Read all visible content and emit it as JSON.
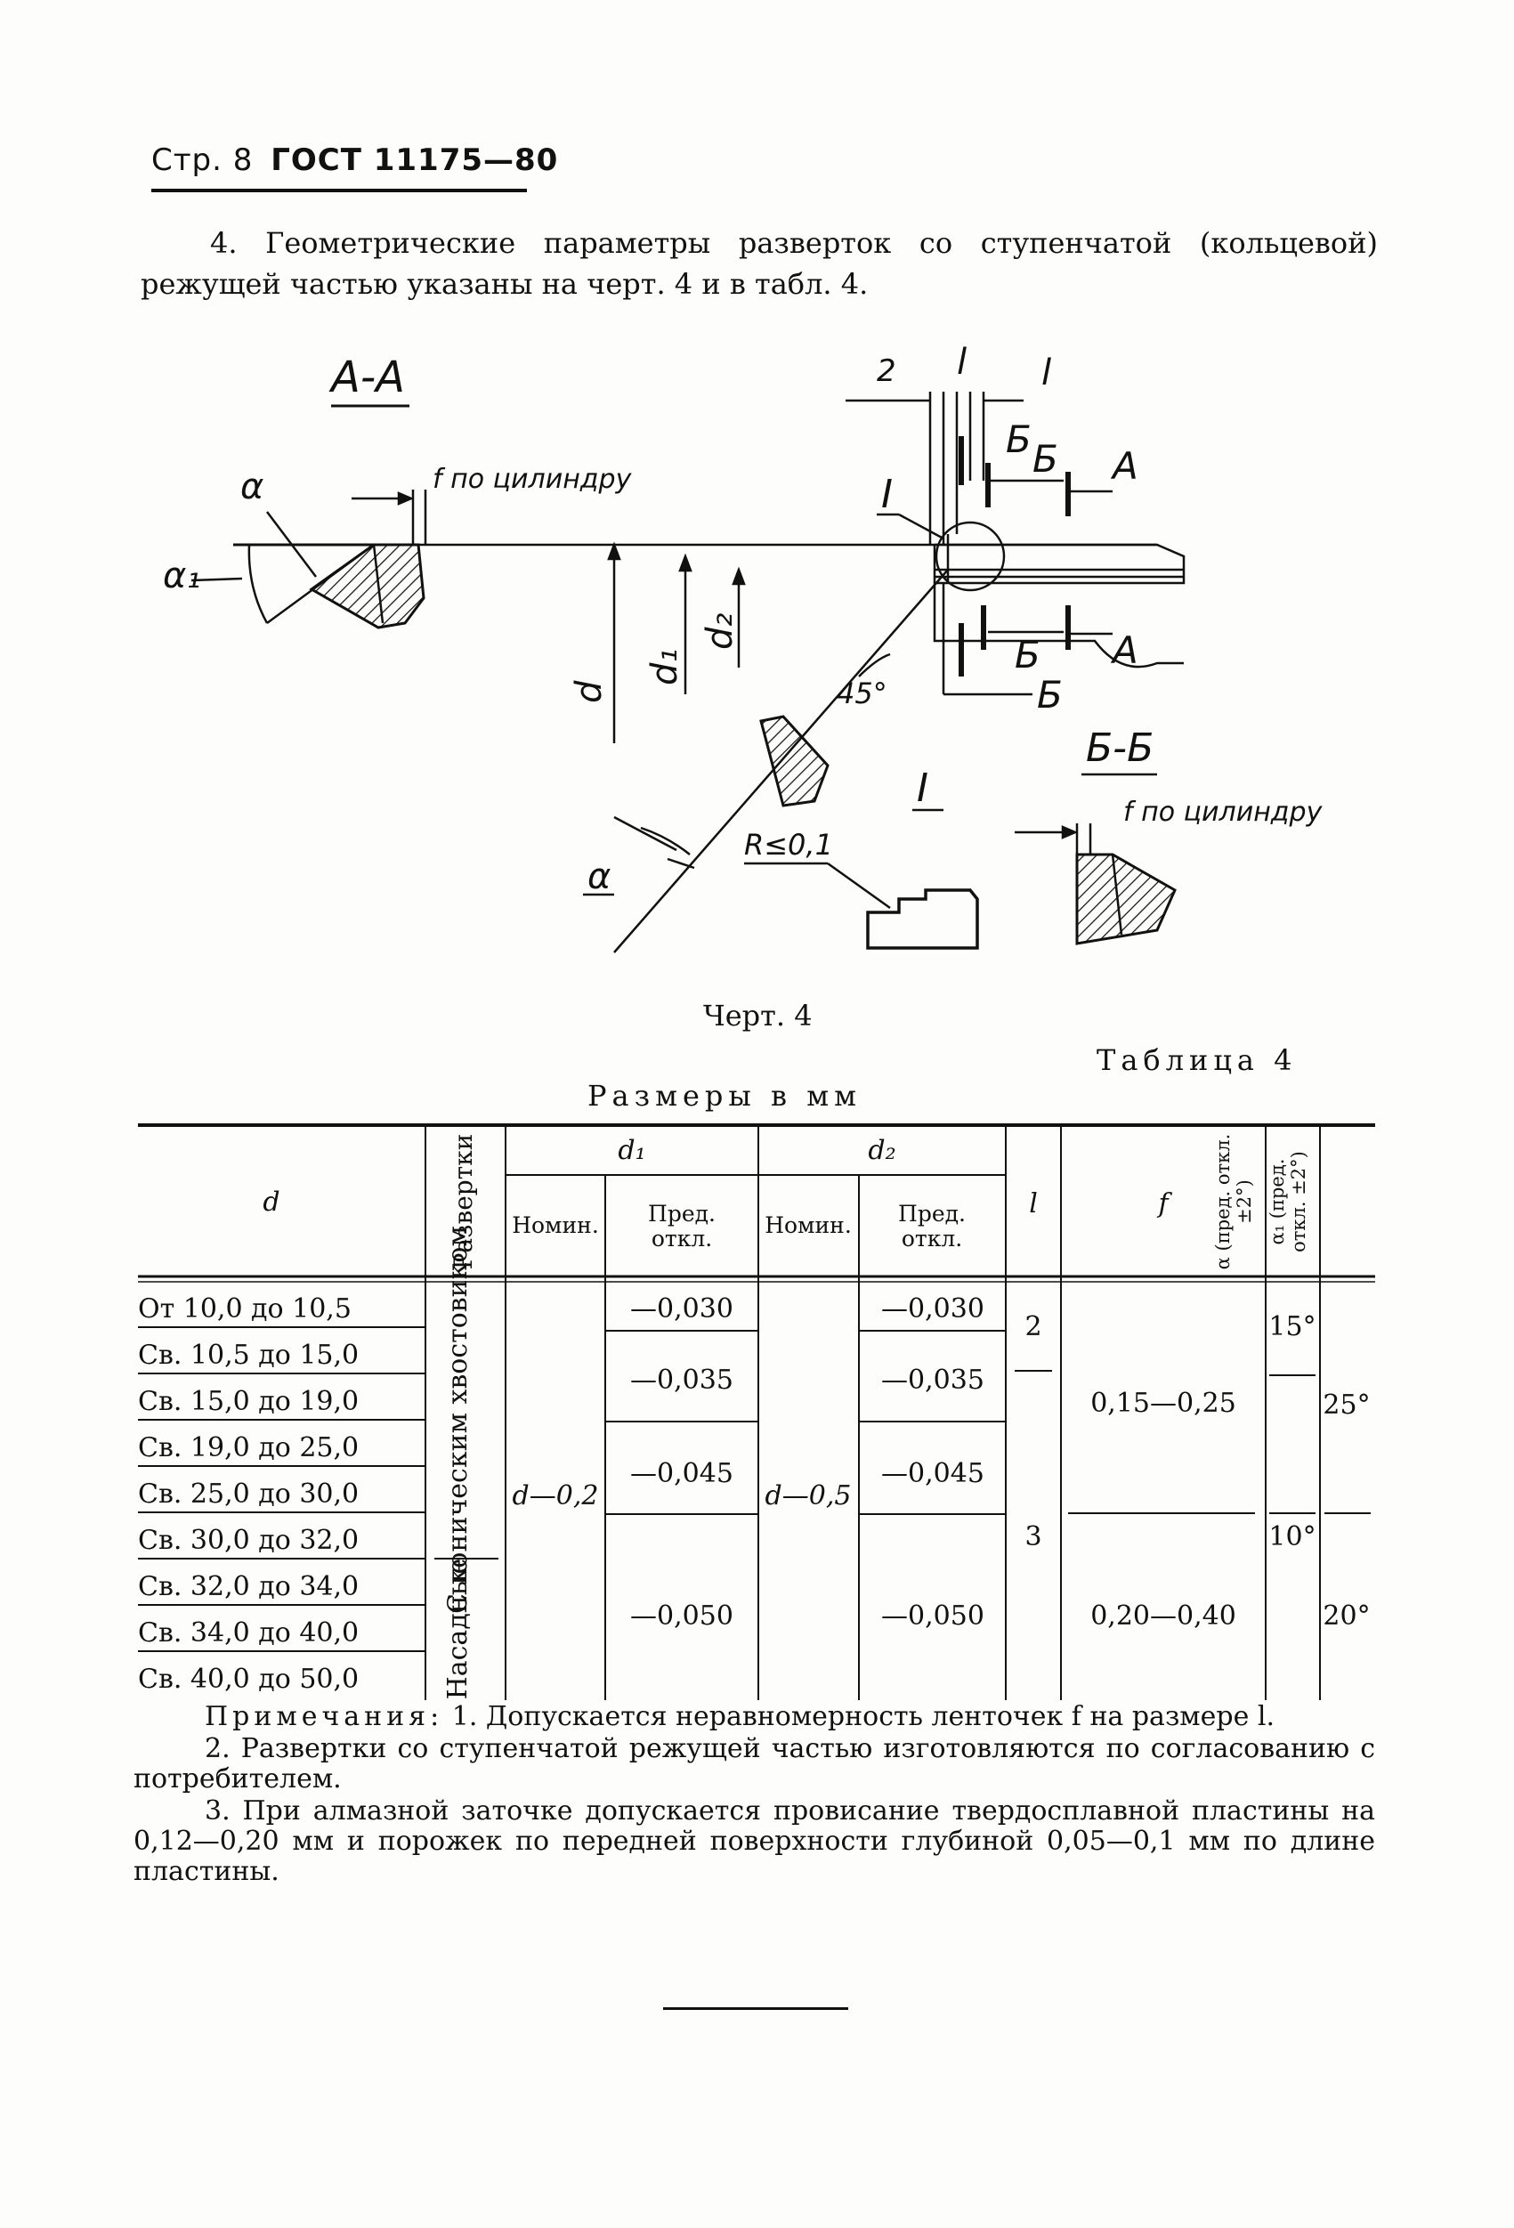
{
  "header": {
    "page": "Стр. 8",
    "code": "ГОСТ 11175—80"
  },
  "intro": "4. Геометрические параметры разверток со ступенчатой (кольцевой) режущей частью указаны на черт. 4 и в табл. 4.",
  "drawing": {
    "section_aa": "А-А",
    "section_bb": "Б-Б",
    "detail_label": "I",
    "f_label": "f по цилиндру",
    "alpha": "α",
    "alpha1": "α₁",
    "dim_d": "d",
    "dim_d1": "d₁",
    "dim_d2": "d₂",
    "dim_l": "l",
    "dim_2": "2",
    "cut_a": "А",
    "cut_b": "Б",
    "angle_45": "45°",
    "radius": "R≤0,1"
  },
  "caption": "Черт. 4",
  "table_label": "Таблица 4",
  "units_label": "Размеры в мм",
  "table": {
    "headers": {
      "d": "d",
      "reamer": "Развертки",
      "d1": "d₁",
      "d2": "d₂",
      "nominal": "Номин.",
      "tolerance": "Пред. откл.",
      "l": "l",
      "f": "f",
      "alpha": "α (пред. откл. ±2°)",
      "alpha1": "α₁ (пред. откл. ±2°)"
    },
    "rows": [
      "От 10,0 до 10,5",
      "Св. 10,5 до 15,0",
      "Св. 15,0 до 19,0",
      "Св. 19,0 до 25,0",
      "Св. 25,0 до 30,0",
      "Св. 30,0 до 32,0",
      "Св. 32,0 до 34,0",
      "Св. 34,0 до 40,0",
      "Св. 40,0 до 50,0"
    ],
    "reamer_types": [
      "С коническим хвостовиком",
      "Насадные"
    ],
    "d1_nominal": "d—0,2",
    "d2_nominal": "d—0,5",
    "tol_groups": [
      "—0,030",
      "—0,035",
      "—0,045",
      "—0,050"
    ],
    "l_values": [
      "2",
      "3"
    ],
    "f_values": [
      "0,15—0,25",
      "0,20—0,40"
    ],
    "alpha_values": [
      "15°",
      "10°"
    ],
    "alpha1_values": [
      "25°",
      "20°"
    ]
  },
  "notes": {
    "title": "Примечания:",
    "items": [
      "1. Допускается неравномерность ленточек f на размере l.",
      "2. Развертки со ступенчатой режущей частью изготовляются по согласованию с потребителем.",
      "3. При алмазной заточке допускается провисание твердосплавной пластины на 0,12—0,20 мм и порожек по передней поверхности глубиной 0,05—0,1 мм по длине пластины."
    ]
  }
}
